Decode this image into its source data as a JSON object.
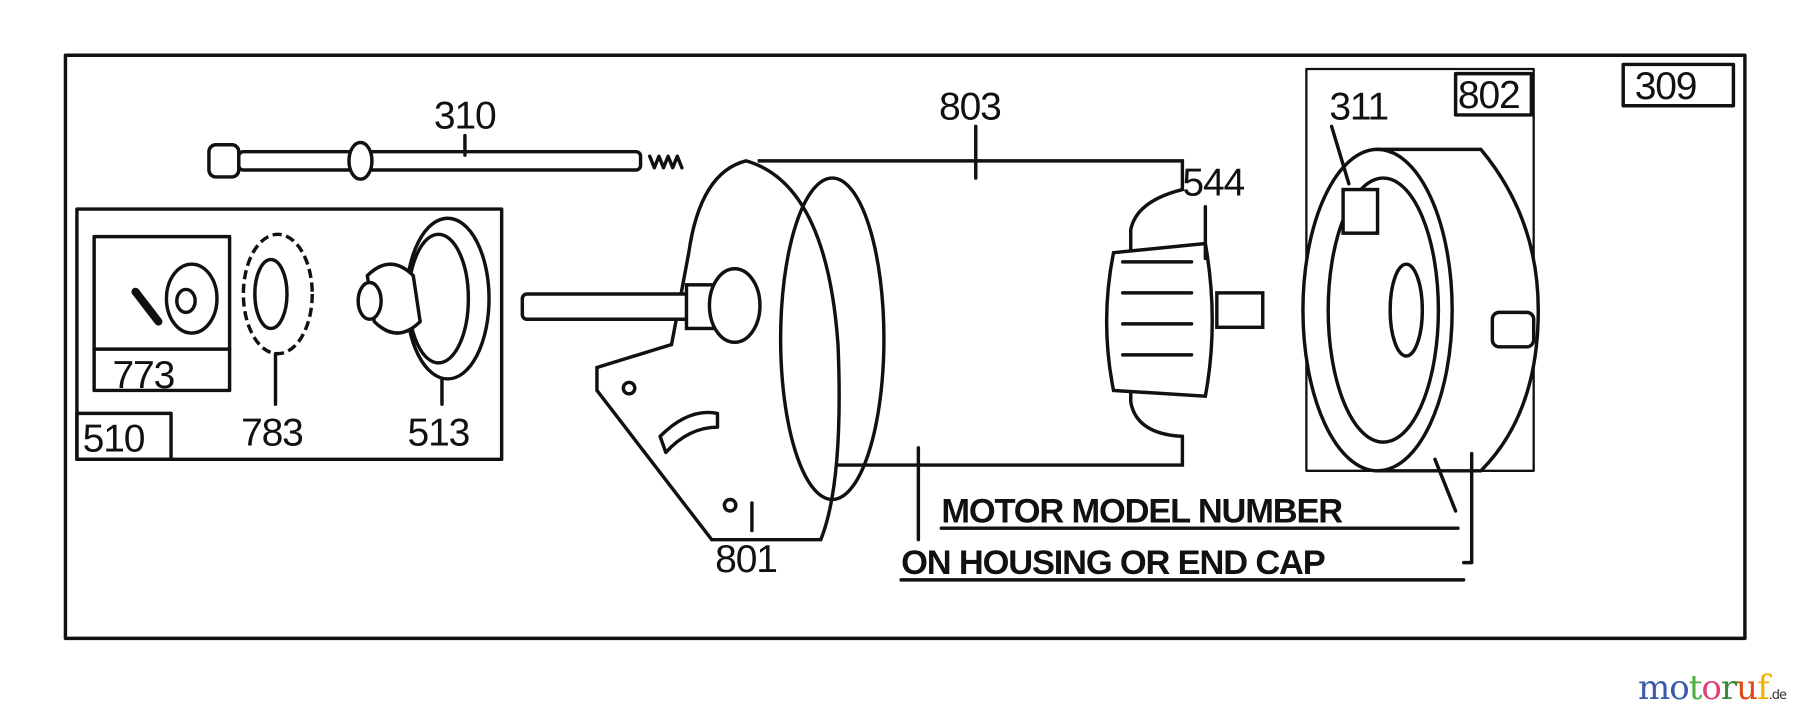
{
  "diagram": {
    "frame_label": "309",
    "labels": {
      "bolt": "310",
      "housing": "803",
      "armature": "544",
      "brush": "311",
      "end_cap": "802",
      "drive_kit": "510",
      "pin_retainer": "773",
      "gear": "783",
      "clutch": "513",
      "mounting_plate": "801"
    },
    "note_line1": "MOTOR MODEL NUMBER",
    "note_line2": "ON HOUSING OR END CAP"
  },
  "watermark": {
    "letters": [
      "m",
      "o",
      "t",
      "o",
      "r",
      "u",
      "f"
    ],
    "colors": [
      "#3a5ba8",
      "#3a5ba8",
      "#4caf3c",
      "#e0407a",
      "#3a8a3a",
      "#e04a1a",
      "#f0b000"
    ],
    "suffix": ".de"
  }
}
